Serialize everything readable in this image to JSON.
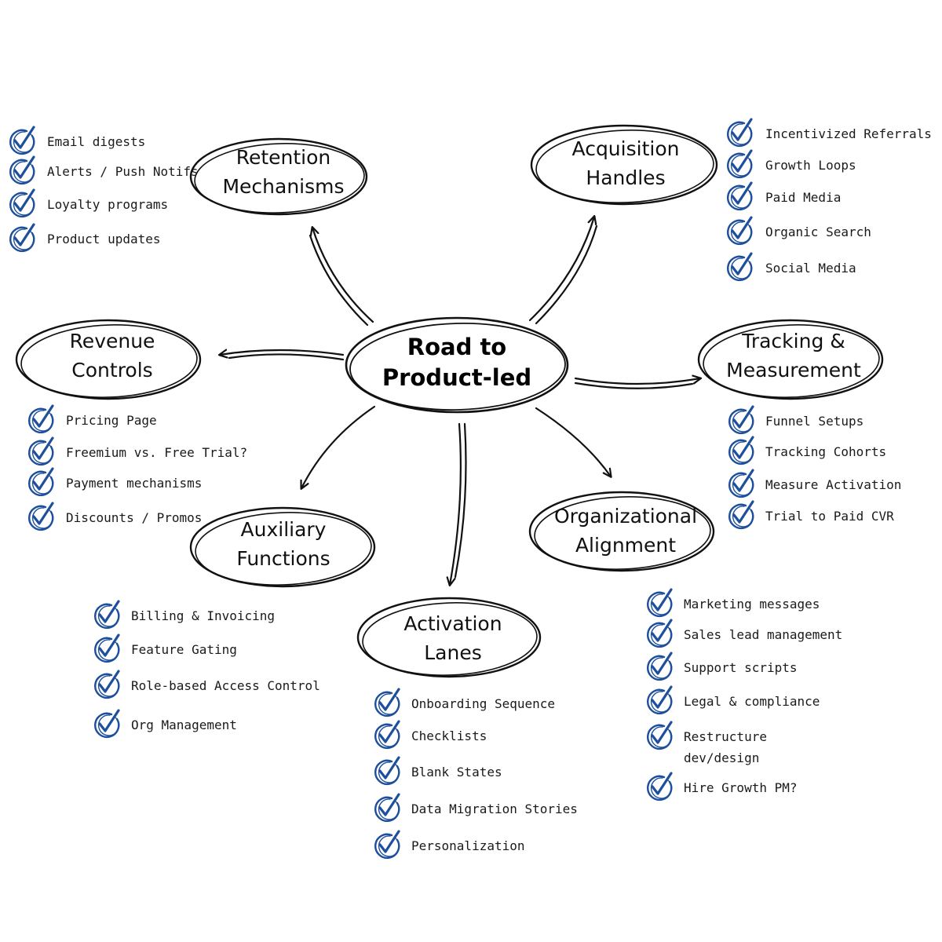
{
  "colors": {
    "ink": "#111111",
    "check": "#1e4f9c",
    "background": "#ffffff"
  },
  "center": {
    "title_line1": "Road to",
    "title_line2": "Product-led"
  },
  "nodes": {
    "retention": {
      "title_line1": "Retention",
      "title_line2": "Mechanisms",
      "items": [
        "Email digests",
        "Alerts / Push Notifs",
        "Loyalty programs",
        "Product updates"
      ]
    },
    "acquisition": {
      "title_line1": "Acquisition",
      "title_line2": "Handles",
      "items": [
        "Incentivized Referrals",
        "Growth Loops",
        "Paid Media",
        "Organic Search",
        "Social Media"
      ]
    },
    "revenue": {
      "title_line1": "Revenue",
      "title_line2": "Controls",
      "items": [
        "Pricing Page",
        "Freemium vs. Free Trial?",
        "Payment mechanisms",
        "Discounts / Promos"
      ]
    },
    "tracking": {
      "title_line1": "Tracking &",
      "title_line2": "Measurement",
      "items": [
        "Funnel Setups",
        "Tracking Cohorts",
        "Measure Activation",
        "Trial to Paid CVR"
      ]
    },
    "auxiliary": {
      "title_line1": "Auxiliary",
      "title_line2": "Functions",
      "items": [
        "Billing & Invoicing",
        "Feature Gating",
        "Role-based Access Control",
        "Org Management"
      ]
    },
    "activation": {
      "title_line1": "Activation",
      "title_line2": "Lanes",
      "items": [
        "Onboarding Sequence",
        "Checklists",
        "Blank States",
        "Data Migration Stories",
        "Personalization"
      ]
    },
    "organizational": {
      "title_line1": "Organizational",
      "title_line2": "Alignment",
      "items": [
        "Marketing messages",
        "Sales lead management",
        "Support scripts",
        "Legal & compliance",
        "Restructure",
        "dev/design",
        "Hire Growth PM?"
      ]
    }
  }
}
